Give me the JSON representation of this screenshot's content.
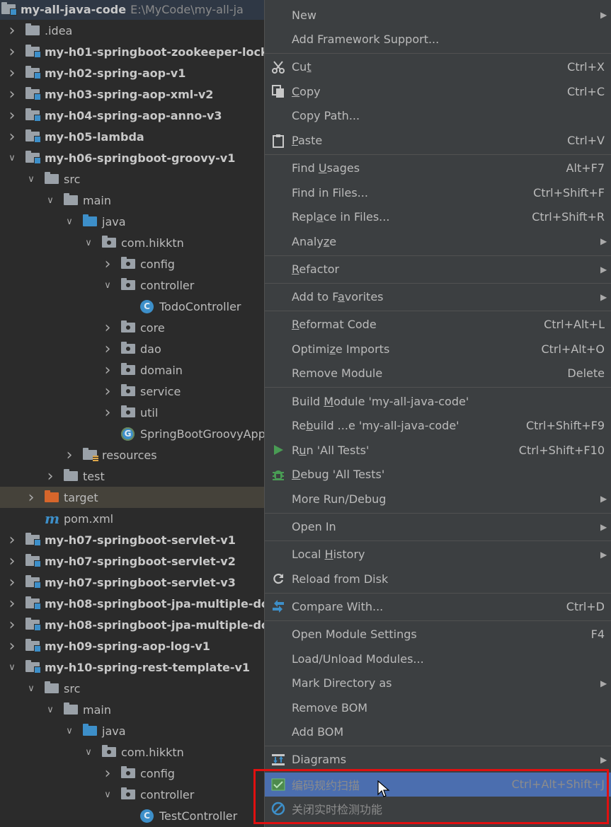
{
  "tree": {
    "rows": [
      {
        "label": "my-all-java-code",
        "path": "E:\\MyCode\\my-all-ja",
        "icon": "module-folder-icon",
        "arrow": "down",
        "indent": 0,
        "bold": true
      },
      {
        "label": ".idea",
        "icon": "folder-icon",
        "arrow": "right",
        "indent": 1
      },
      {
        "label": "my-h01-springboot-zookeeper-lock",
        "icon": "module-folder-icon",
        "arrow": "right",
        "indent": 1,
        "bold": true
      },
      {
        "label": "my-h02-spring-aop-v1",
        "icon": "module-folder-icon",
        "arrow": "right",
        "indent": 1,
        "bold": true
      },
      {
        "label": "my-h03-spring-aop-xml-v2",
        "icon": "module-folder-icon",
        "arrow": "right",
        "indent": 1,
        "bold": true
      },
      {
        "label": "my-h04-spring-aop-anno-v3",
        "icon": "module-folder-icon",
        "arrow": "right",
        "indent": 1,
        "bold": true
      },
      {
        "label": "my-h05-lambda",
        "icon": "module-folder-icon",
        "arrow": "right",
        "indent": 1,
        "bold": true
      },
      {
        "label": "my-h06-springboot-groovy-v1",
        "icon": "module-folder-icon",
        "arrow": "down",
        "indent": 1,
        "bold": true
      },
      {
        "label": "src",
        "icon": "folder-icon",
        "arrow": "down",
        "indent": 2
      },
      {
        "label": "main",
        "icon": "folder-icon",
        "arrow": "down",
        "indent": 3
      },
      {
        "label": "java",
        "icon": "source-folder-icon",
        "arrow": "down",
        "indent": 4
      },
      {
        "label": "com.hikktn",
        "icon": "package-icon",
        "arrow": "down",
        "indent": 5
      },
      {
        "label": "config",
        "icon": "package-icon",
        "arrow": "right",
        "indent": 6
      },
      {
        "label": "controller",
        "icon": "package-icon",
        "arrow": "down",
        "indent": 6
      },
      {
        "label": "TodoController",
        "icon": "class-icon",
        "arrow": "none",
        "indent": 7
      },
      {
        "label": "core",
        "icon": "package-icon",
        "arrow": "right",
        "indent": 6
      },
      {
        "label": "dao",
        "icon": "package-icon",
        "arrow": "right",
        "indent": 6
      },
      {
        "label": "domain",
        "icon": "package-icon",
        "arrow": "right",
        "indent": 6
      },
      {
        "label": "service",
        "icon": "package-icon",
        "arrow": "right",
        "indent": 6
      },
      {
        "label": "util",
        "icon": "package-icon",
        "arrow": "right",
        "indent": 6
      },
      {
        "label": "SpringBootGroovyApp",
        "icon": "spring-boot-class-icon",
        "arrow": "none",
        "indent": 6
      },
      {
        "label": "resources",
        "icon": "resources-folder-icon",
        "arrow": "right",
        "indent": 4
      },
      {
        "label": "test",
        "icon": "folder-icon",
        "arrow": "right",
        "indent": 3
      },
      {
        "label": "target",
        "icon": "excluded-folder-icon",
        "arrow": "right",
        "indent": 2,
        "selected": true
      },
      {
        "label": "pom.xml",
        "icon": "maven-icon",
        "arrow": "none",
        "indent": 2
      },
      {
        "label": "my-h07-springboot-servlet-v1",
        "icon": "module-folder-icon",
        "arrow": "right",
        "indent": 1,
        "bold": true
      },
      {
        "label": "my-h07-springboot-servlet-v2",
        "icon": "module-folder-icon",
        "arrow": "right",
        "indent": 1,
        "bold": true
      },
      {
        "label": "my-h07-springboot-servlet-v3",
        "icon": "module-folder-icon",
        "arrow": "right",
        "indent": 1,
        "bold": true
      },
      {
        "label": "my-h08-springboot-jpa-multiple-do",
        "icon": "module-folder-icon",
        "arrow": "right",
        "indent": 1,
        "bold": true
      },
      {
        "label": "my-h08-springboot-jpa-multiple-do",
        "icon": "module-folder-icon",
        "arrow": "right",
        "indent": 1,
        "bold": true
      },
      {
        "label": "my-h09-spring-aop-log-v1",
        "icon": "module-folder-icon",
        "arrow": "right",
        "indent": 1,
        "bold": true
      },
      {
        "label": "my-h10-spring-rest-template-v1",
        "icon": "module-folder-icon",
        "arrow": "down",
        "indent": 1,
        "bold": true
      },
      {
        "label": "src",
        "icon": "folder-icon",
        "arrow": "down",
        "indent": 2
      },
      {
        "label": "main",
        "icon": "folder-icon",
        "arrow": "down",
        "indent": 3
      },
      {
        "label": "java",
        "icon": "source-folder-icon",
        "arrow": "down",
        "indent": 4
      },
      {
        "label": "com.hikktn",
        "icon": "package-icon",
        "arrow": "down",
        "indent": 5
      },
      {
        "label": "config",
        "icon": "package-icon",
        "arrow": "right",
        "indent": 6
      },
      {
        "label": "controller",
        "icon": "package-icon",
        "arrow": "down",
        "indent": 6
      },
      {
        "label": "TestController",
        "icon": "class-icon",
        "arrow": "none",
        "indent": 7
      }
    ]
  },
  "menu": {
    "items": [
      {
        "type": "item",
        "label": "New",
        "submenu": true
      },
      {
        "type": "item",
        "label": "Add Framework Support..."
      },
      {
        "type": "sep"
      },
      {
        "type": "item",
        "label": "Cut",
        "u": 2,
        "shortcut": "Ctrl+X",
        "icon": "scissors-icon"
      },
      {
        "type": "item",
        "label": "Copy",
        "u": 0,
        "shortcut": "Ctrl+C",
        "icon": "copy-icon"
      },
      {
        "type": "item",
        "label": "Copy Path..."
      },
      {
        "type": "item",
        "label": "Paste",
        "u": 0,
        "shortcut": "Ctrl+V",
        "icon": "paste-icon"
      },
      {
        "type": "sep"
      },
      {
        "type": "item",
        "label": "Find Usages",
        "u": 5,
        "shortcut": "Alt+F7"
      },
      {
        "type": "item",
        "label": "Find in Files...",
        "shortcut": "Ctrl+Shift+F"
      },
      {
        "type": "item",
        "label": "Replace in Files...",
        "u": 4,
        "shortcut": "Ctrl+Shift+R"
      },
      {
        "type": "item",
        "label": "Analyze",
        "u": 5,
        "submenu": true
      },
      {
        "type": "sep"
      },
      {
        "type": "item",
        "label": "Refactor",
        "u": 0,
        "submenu": true
      },
      {
        "type": "sep"
      },
      {
        "type": "item",
        "label": "Add to Favorites",
        "u": 8,
        "submenu": true
      },
      {
        "type": "sep"
      },
      {
        "type": "item",
        "label": "Reformat Code",
        "u": 0,
        "shortcut": "Ctrl+Alt+L"
      },
      {
        "type": "item",
        "label": "Optimize Imports",
        "u": 6,
        "shortcut": "Ctrl+Alt+O"
      },
      {
        "type": "item",
        "label": "Remove Module",
        "shortcut": "Delete"
      },
      {
        "type": "sep"
      },
      {
        "type": "item",
        "label": "Build Module 'my-all-java-code'",
        "u": 6
      },
      {
        "type": "item",
        "label": "Rebuild ...e 'my-all-java-code'",
        "u": 2,
        "shortcut": "Ctrl+Shift+F9"
      },
      {
        "type": "item",
        "label": "Run 'All Tests'",
        "u": 1,
        "shortcut": "Ctrl+Shift+F10",
        "icon": "run-icon"
      },
      {
        "type": "item",
        "label": "Debug 'All Tests'",
        "u": 0,
        "icon": "debug-icon"
      },
      {
        "type": "item",
        "label": "More Run/Debug",
        "submenu": true
      },
      {
        "type": "sep"
      },
      {
        "type": "item",
        "label": "Open In",
        "submenu": true
      },
      {
        "type": "sep"
      },
      {
        "type": "item",
        "label": "Local History",
        "u": 6,
        "submenu": true
      },
      {
        "type": "item",
        "label": "Reload from Disk",
        "icon": "reload-icon"
      },
      {
        "type": "sep"
      },
      {
        "type": "item",
        "label": "Compare With...",
        "shortcut": "Ctrl+D",
        "icon": "compare-icon"
      },
      {
        "type": "sep"
      },
      {
        "type": "item",
        "label": "Open Module Settings",
        "shortcut": "F4"
      },
      {
        "type": "item",
        "label": "Load/Unload Modules..."
      },
      {
        "type": "item",
        "label": "Mark Directory as",
        "submenu": true
      },
      {
        "type": "item",
        "label": "Remove BOM"
      },
      {
        "type": "item",
        "label": "Add BOM"
      },
      {
        "type": "sep"
      },
      {
        "type": "item",
        "label": "Diagrams",
        "submenu": true,
        "icon": "diagram-icon"
      },
      {
        "type": "item",
        "label": "编码规约扫描",
        "shortcut": "Ctrl+Alt+Shift+J",
        "icon": "scan-icon",
        "highlighted": true,
        "dim": true
      },
      {
        "type": "item",
        "label": "关闭实时检测功能",
        "icon": "disable-icon",
        "dim": true
      }
    ]
  },
  "colors": {
    "tree_bg": "#2b2b2b",
    "menu_bg": "#3c3f41",
    "highlight": "#4b6eaf",
    "annotation": "#e01010",
    "folder_blue": "#3d8fc9",
    "folder_orange": "#d7662b"
  }
}
